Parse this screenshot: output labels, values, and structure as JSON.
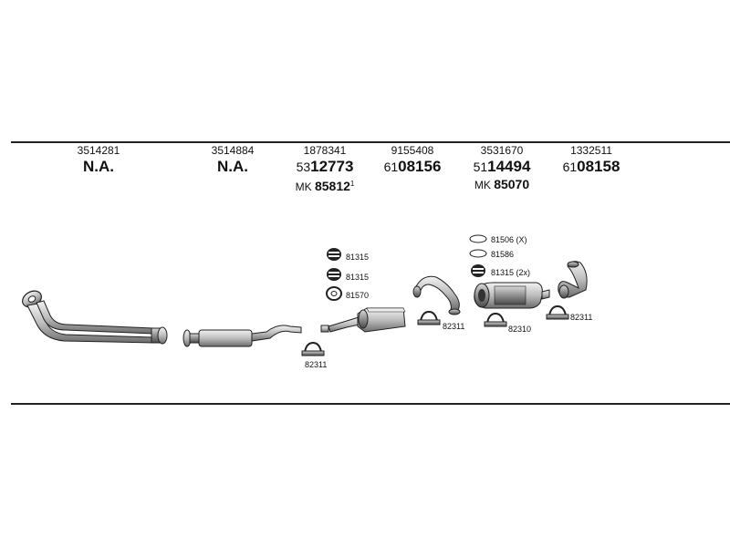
{
  "columns": [
    {
      "ref": "3514281",
      "main": "N.A."
    },
    {
      "ref": "3514884",
      "main": "N.A."
    },
    {
      "ref": "1878341",
      "prefix": "53",
      "main": "12773",
      "mk_prefix": "MK",
      "mk_value": "85812",
      "mk_sup": "1"
    },
    {
      "ref": "9155408",
      "prefix": "61",
      "main": "08156"
    },
    {
      "ref": "3531670",
      "prefix": "51",
      "main": "14494",
      "mk_prefix": "MK",
      "mk_value": "85070"
    },
    {
      "ref": "1332511",
      "prefix": "61",
      "main": "08158"
    }
  ],
  "parts": {
    "p81315a": "81315",
    "p81315b": "81315",
    "p81570": "81570",
    "p82311a": "82311",
    "p82311b": "82311",
    "p82311c": "82311",
    "p81506": "81506 (X)",
    "p81586": "81586",
    "p81315c": "81315 (2x)",
    "p82310": "82310"
  }
}
